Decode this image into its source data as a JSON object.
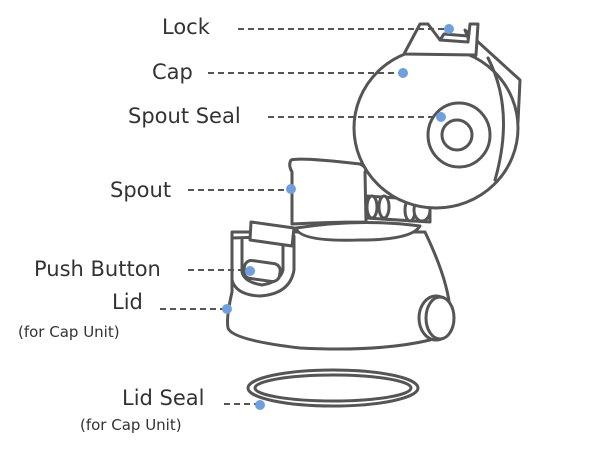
{
  "labels": {
    "lock": "Lock",
    "cap": "Cap",
    "spout_seal": "Spout Seal",
    "spout": "Spout",
    "push_button": "Push Button",
    "lid": "Lid",
    "lid_sub": "(for Cap Unit)",
    "lid_seal": "Lid Seal",
    "lid_seal_sub": "(for Cap Unit)"
  },
  "colors": {
    "dot": "#6f9fdc",
    "line": "#555555",
    "text": "#333333"
  }
}
